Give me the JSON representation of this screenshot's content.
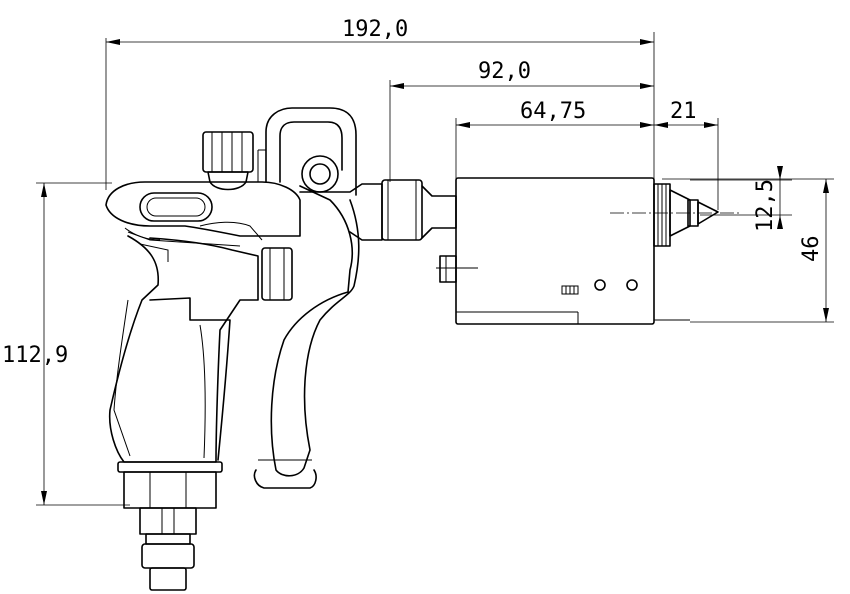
{
  "dimensions": {
    "overall_length": "192,0",
    "grip_to_tip": "92,0",
    "body_length": "64,75",
    "nozzle_length": "21",
    "nozzle_diameter": "12,5",
    "body_height": "46",
    "total_height": "112,9"
  }
}
